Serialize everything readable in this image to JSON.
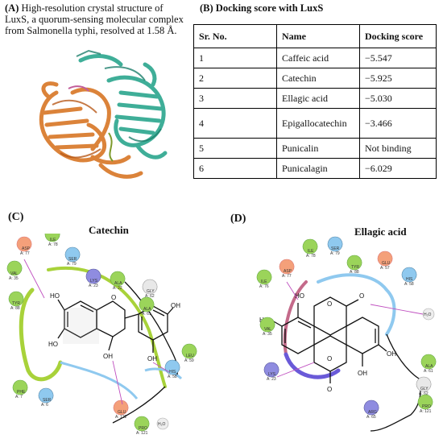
{
  "panel_a": {
    "label": "(A)",
    "caption": "High-resolution crystal structure of LuxS, a quorum-sensing molecular complex from Salmonella typhi, resolved at 1.58 Å."
  },
  "panel_b": {
    "label": "(B)",
    "caption_prefix": "Docking score with ",
    "caption_target": "LuxS",
    "headers": [
      "Sr. No.",
      "Name",
      "Docking score"
    ],
    "rows": [
      [
        "1",
        "Caffeic acid",
        "−5.547"
      ],
      [
        "2",
        "Catechin",
        "−5.925"
      ],
      [
        "3",
        "Ellagic acid",
        "−5.030"
      ],
      [
        "4",
        "Epigallocatechin",
        "−3.466"
      ],
      [
        "5",
        "Punicalin",
        "Not binding"
      ],
      [
        "6",
        "Punicalagin",
        "−6.029"
      ]
    ]
  },
  "panel_c": {
    "label": "(C)",
    "title": "Catechin",
    "residues": [
      {
        "name": "ASP",
        "num": "A: 77"
      },
      {
        "name": "ILE",
        "num": "A: 78"
      },
      {
        "name": "SER",
        "num": "A: 79"
      },
      {
        "name": "VAL",
        "num": "A: 35"
      },
      {
        "name": "LYS",
        "num": "A: 23"
      },
      {
        "name": "ALA",
        "num": "A: 22"
      },
      {
        "name": "TYR",
        "num": "A: 88"
      },
      {
        "name": "GLY",
        "num": "A: 62"
      },
      {
        "name": "ALA",
        "num": "A: 61"
      },
      {
        "name": "LEU",
        "num": "A: 59"
      },
      {
        "name": "HIS",
        "num": "A: 58"
      },
      {
        "name": "PHE",
        "num": "A: 7"
      },
      {
        "name": "SER",
        "num": "A: 6"
      },
      {
        "name": "GLU",
        "num": "A: 122"
      },
      {
        "name": "PRO",
        "num": "A: 121"
      }
    ],
    "atoms": [
      "HO",
      "O",
      "OH",
      "OH",
      "HO",
      "OH",
      "H₂O"
    ]
  },
  "panel_d": {
    "label": "(D)",
    "title": "Ellagic acid",
    "residues": [
      {
        "name": "ASP",
        "num": "A: 77"
      },
      {
        "name": "ILE",
        "num": "A: 78"
      },
      {
        "name": "SER",
        "num": "A: 79"
      },
      {
        "name": "TYR",
        "num": "A: 88"
      },
      {
        "name": "GLU",
        "num": "A: 57"
      },
      {
        "name": "HIS",
        "num": "A: 58"
      },
      {
        "name": "ILE",
        "num": "A: 76"
      },
      {
        "name": "VAL",
        "num": "A: 35"
      },
      {
        "name": "LYS",
        "num": "A: 23"
      },
      {
        "name": "ALA",
        "num": "A: 61"
      },
      {
        "name": "GLY",
        "num": "A: 62"
      },
      {
        "name": "ARG",
        "num": "A: 65"
      },
      {
        "name": "PRO",
        "num": "A: 121"
      }
    ],
    "atoms": [
      "HO",
      "HO",
      "O",
      "O",
      "O",
      "O",
      "OH",
      "OH",
      "H₂O"
    ]
  },
  "colors": {
    "hydrophobic": "#9bd45a",
    "polar": "#8fc9ef",
    "negative": "#f4a07a",
    "positive": "#8f8ce0",
    "glycine": "#e8e8e8",
    "chain_orange": "#d9792a",
    "chain_teal": "#2fa890",
    "accent_purple": "#6a5ad8"
  }
}
